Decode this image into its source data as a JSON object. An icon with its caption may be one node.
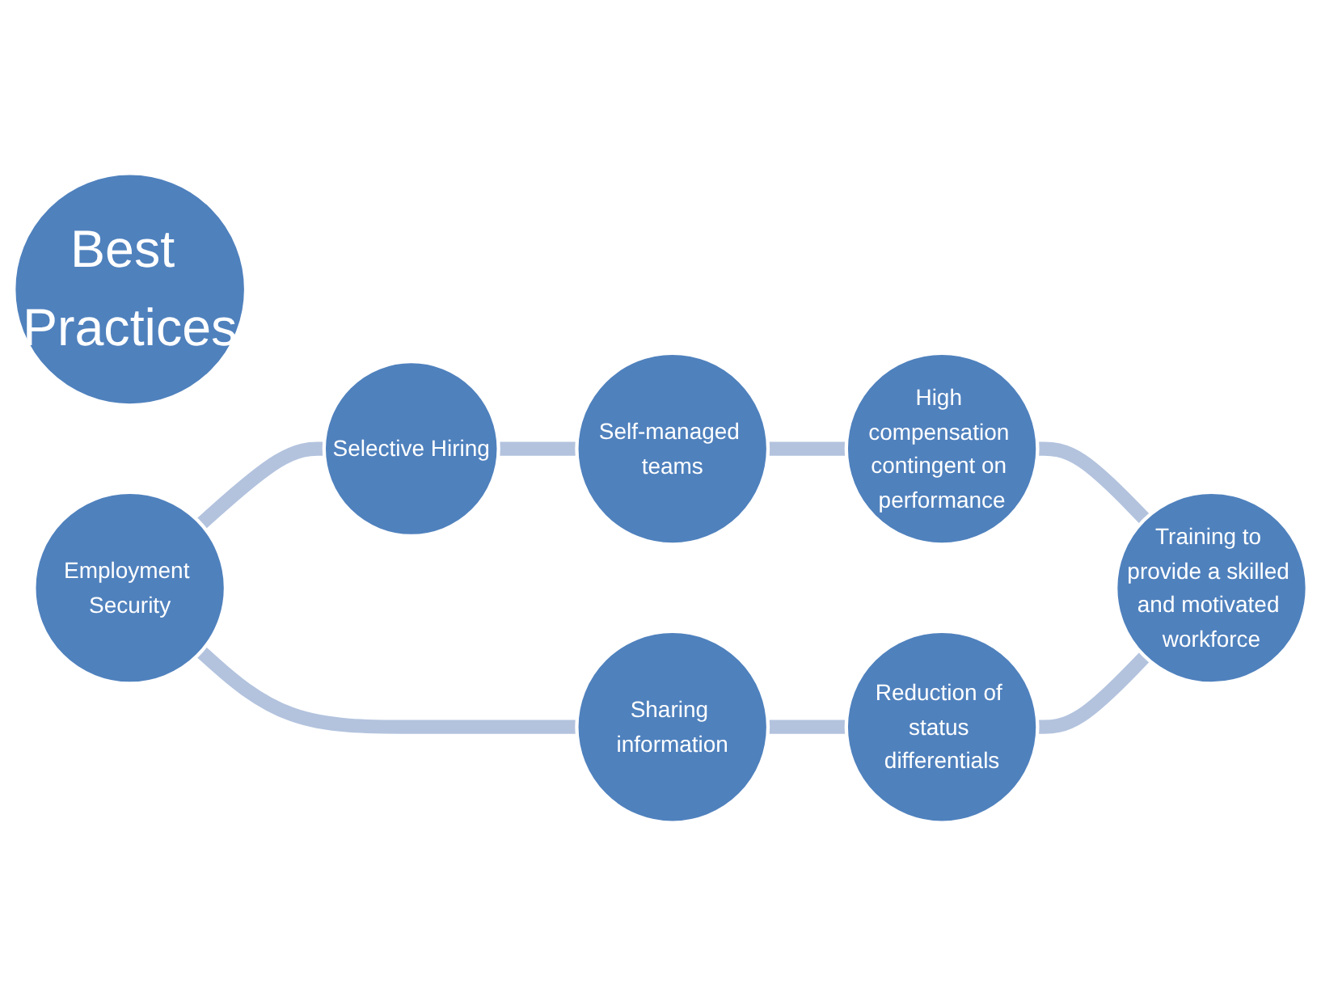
{
  "diagram": {
    "nodes": [
      {
        "text": [
          "Best Practices"
        ]
      },
      {
        "text": [
          "Employment Security"
        ]
      },
      {
        "text": [
          "Selective Hiring"
        ]
      },
      {
        "text": [
          "Self-managed teams"
        ]
      },
      {
        "text": [
          "High compensation contingent on performance"
        ]
      },
      {
        "text": [
          "Training to provide a skilled and motivated workforce"
        ]
      },
      {
        "text": [
          "Reduction of status differentials"
        ]
      },
      {
        "text": [
          "Sharing information"
        ]
      }
    ],
    "edges": [
      {
        "from": 1,
        "to": 2,
        "arrow": "none"
      },
      {
        "from": 2,
        "to": 3,
        "arrow": "none"
      },
      {
        "from": 3,
        "to": 4,
        "arrow": "none"
      },
      {
        "from": 4,
        "to": 5,
        "arrow": "none"
      },
      {
        "from": 6,
        "to": 5,
        "arrow": "none"
      },
      {
        "from": 7,
        "to": 6,
        "arrow": "none"
      },
      {
        "from": 1,
        "to": 7,
        "arrow": "none"
      }
    ]
  }
}
